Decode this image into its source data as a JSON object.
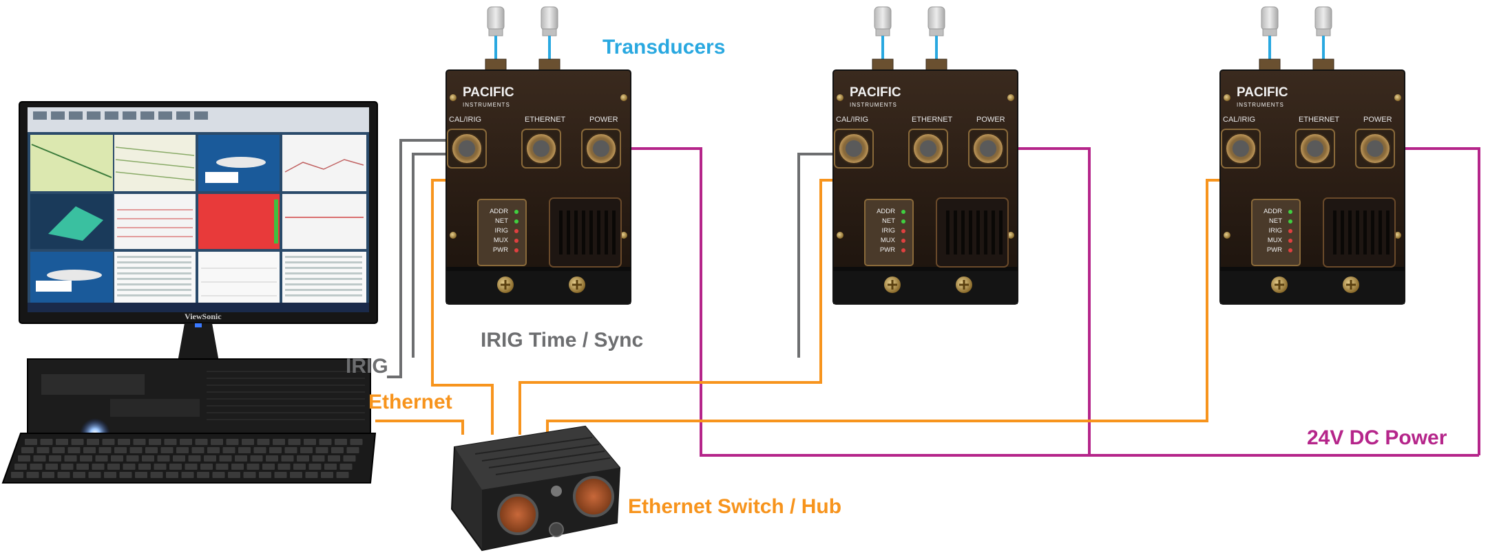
{
  "labels": {
    "transducers": "Transducers",
    "irig_time_sync": "IRIG Time / Sync",
    "irig": "IRIG",
    "ethernet": "Ethernet",
    "ethernet_switch_hub": "Ethernet Switch / Hub",
    "power_24v": "24V DC Power"
  },
  "unit": {
    "brand": "PACIFIC",
    "brand_sub": "INSTRUMENTS",
    "ports": [
      "CAL/IRIG",
      "ETHERNET",
      "POWER"
    ],
    "leds": [
      "ADDR",
      "NET",
      "IRIG",
      "MUX",
      "PWR"
    ]
  },
  "monitor_brand": "ViewSonic",
  "colors": {
    "transducers": "#29a8e0",
    "irig": "#6d6e70",
    "ethernet": "#f7941d",
    "power": "#b5258a"
  }
}
